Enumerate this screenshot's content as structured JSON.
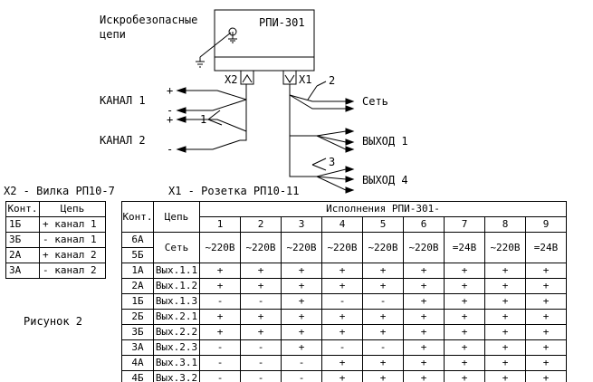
{
  "labels": {
    "iskro_line1": "Искробезопасные",
    "iskro_line2": "цепи",
    "device": "РПИ-301",
    "x2": "X2",
    "x1": "X1",
    "kanal1": "КАНАЛ 1",
    "kanal2": "КАНАЛ 2",
    "set": "Сеть",
    "vyhod1": "ВЫХОД 1",
    "vyhod4": "ВЫХОД 4",
    "num1": "1",
    "num2": "2",
    "num3": "3",
    "plus": "+",
    "minus": "-",
    "x2_caption": "X2 - Вилка РП10-7",
    "x1_caption": "X1 - Розетка РП10-11",
    "figure": "Рисунок 2"
  },
  "x2_table": {
    "headers": [
      "Конт.",
      "Цепь"
    ],
    "rows": [
      [
        "1Б",
        "+ канал 1"
      ],
      [
        "3Б",
        "- канал 1"
      ],
      [
        "2А",
        "+ канал 2"
      ],
      [
        "3А",
        "- канал 2"
      ]
    ]
  },
  "main_table": {
    "h_kont": "Конт.",
    "h_cep": "Цепь",
    "h_isp": "Исполнения РПИ-301-",
    "versions": [
      "1",
      "2",
      "3",
      "4",
      "5",
      "6",
      "7",
      "8",
      "9"
    ],
    "set_kont": [
      "6А",
      "5Б"
    ],
    "set_cep": "Сеть",
    "set_values": [
      "~220В",
      "~220В",
      "~220В",
      "~220В",
      "~220В",
      "~220В",
      "=24В",
      "~220В",
      "=24В"
    ],
    "rows": [
      {
        "kont": "1А",
        "cep": "Вых.1.1",
        "v": [
          "+",
          "+",
          "+",
          "+",
          "+",
          "+",
          "+",
          "+",
          "+"
        ]
      },
      {
        "kont": "2А",
        "cep": "Вых.1.2",
        "v": [
          "+",
          "+",
          "+",
          "+",
          "+",
          "+",
          "+",
          "+",
          "+"
        ]
      },
      {
        "kont": "1Б",
        "cep": "Вых.1.3",
        "v": [
          "-",
          "-",
          "+",
          "-",
          "-",
          "+",
          "+",
          "+",
          "+"
        ]
      },
      {
        "kont": "2Б",
        "cep": "Вых.2.1",
        "v": [
          "+",
          "+",
          "+",
          "+",
          "+",
          "+",
          "+",
          "+",
          "+"
        ]
      },
      {
        "kont": "3Б",
        "cep": "Вых.2.2",
        "v": [
          "+",
          "+",
          "+",
          "+",
          "+",
          "+",
          "+",
          "+",
          "+"
        ]
      },
      {
        "kont": "3А",
        "cep": "Вых.2.3",
        "v": [
          "-",
          "-",
          "+",
          "-",
          "-",
          "+",
          "+",
          "+",
          "+"
        ]
      },
      {
        "kont": "4А",
        "cep": "Вых.3.1",
        "v": [
          "-",
          "-",
          "-",
          "+",
          "+",
          "+",
          "+",
          "+",
          "+"
        ]
      },
      {
        "kont": "4Б",
        "cep": "Вых.3.2",
        "v": [
          "-",
          "-",
          "-",
          "+",
          "+",
          "+",
          "+",
          "+",
          "+"
        ]
      }
    ]
  }
}
